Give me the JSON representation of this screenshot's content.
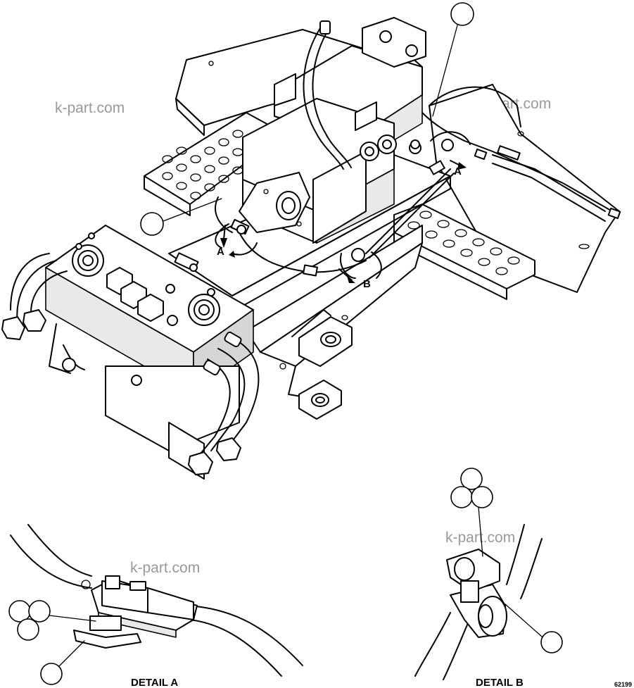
{
  "figure": {
    "detail_a_caption": "DETAIL A",
    "detail_b_caption": "DETAIL B",
    "view_marker_a": "A",
    "view_marker_b": "B",
    "figure_number": "62199",
    "watermark": "k-part.com"
  }
}
